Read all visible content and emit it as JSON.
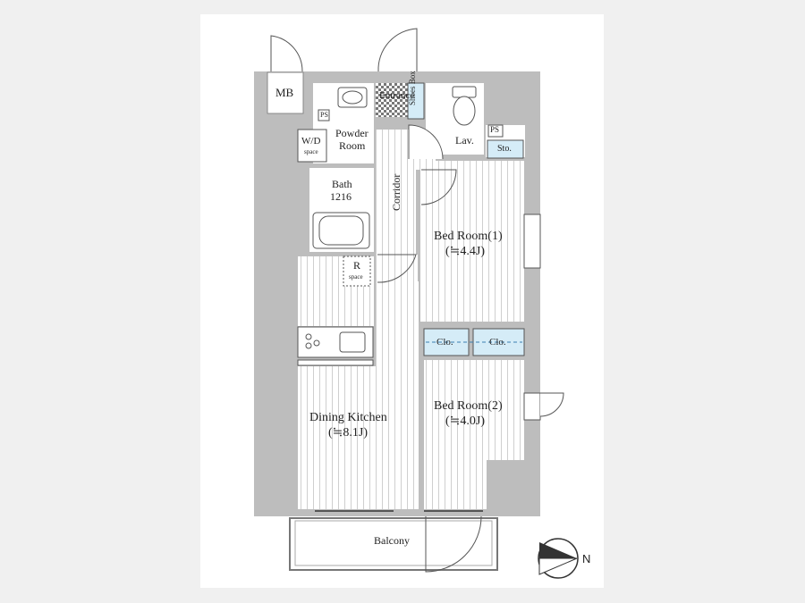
{
  "rooms": {
    "mb": "MB",
    "entrance": "Entrance",
    "shoes_box": "Shoes Box",
    "ps1": "PS",
    "ps2": "PS",
    "powder_room_line1": "Powder",
    "powder_room_line2": "Room",
    "wd_line1": "W/D",
    "wd_line2": "space",
    "lav": "Lav.",
    "sto": "Sto.",
    "bath_line1": "Bath",
    "bath_line2": "1216",
    "corridor": "Corridor",
    "bed1_name": "Bed Room(1)",
    "bed1_size": "(≒4.4J)",
    "r_line1": "R",
    "r_line2": "space",
    "clo1": "Clo.",
    "clo2": "Clo.",
    "bed2_name": "Bed Room(2)",
    "bed2_size": "(≒4.0J)",
    "dk_name": "Dining Kitchen",
    "dk_size": "(≒8.1J)",
    "balcony": "Balcony"
  },
  "compass": {
    "north_label": "N"
  },
  "colors": {
    "wall": "#bdbdbd",
    "floor_lines": "#cfcfcf",
    "closet": "#d5ecf7",
    "page": "#ffffff",
    "background": "#f0f0f0"
  }
}
